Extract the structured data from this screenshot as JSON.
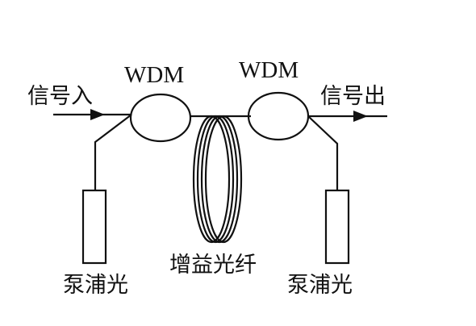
{
  "labels": {
    "signal_in": "信号入",
    "signal_out": "信号出",
    "wdm_left": "WDM",
    "wdm_right": "WDM",
    "gain_fiber": "增益光纤",
    "pump_left": "泵浦光",
    "pump_right": "泵浦光"
  },
  "colors": {
    "ink": "#111111",
    "background": "#ffffff"
  }
}
